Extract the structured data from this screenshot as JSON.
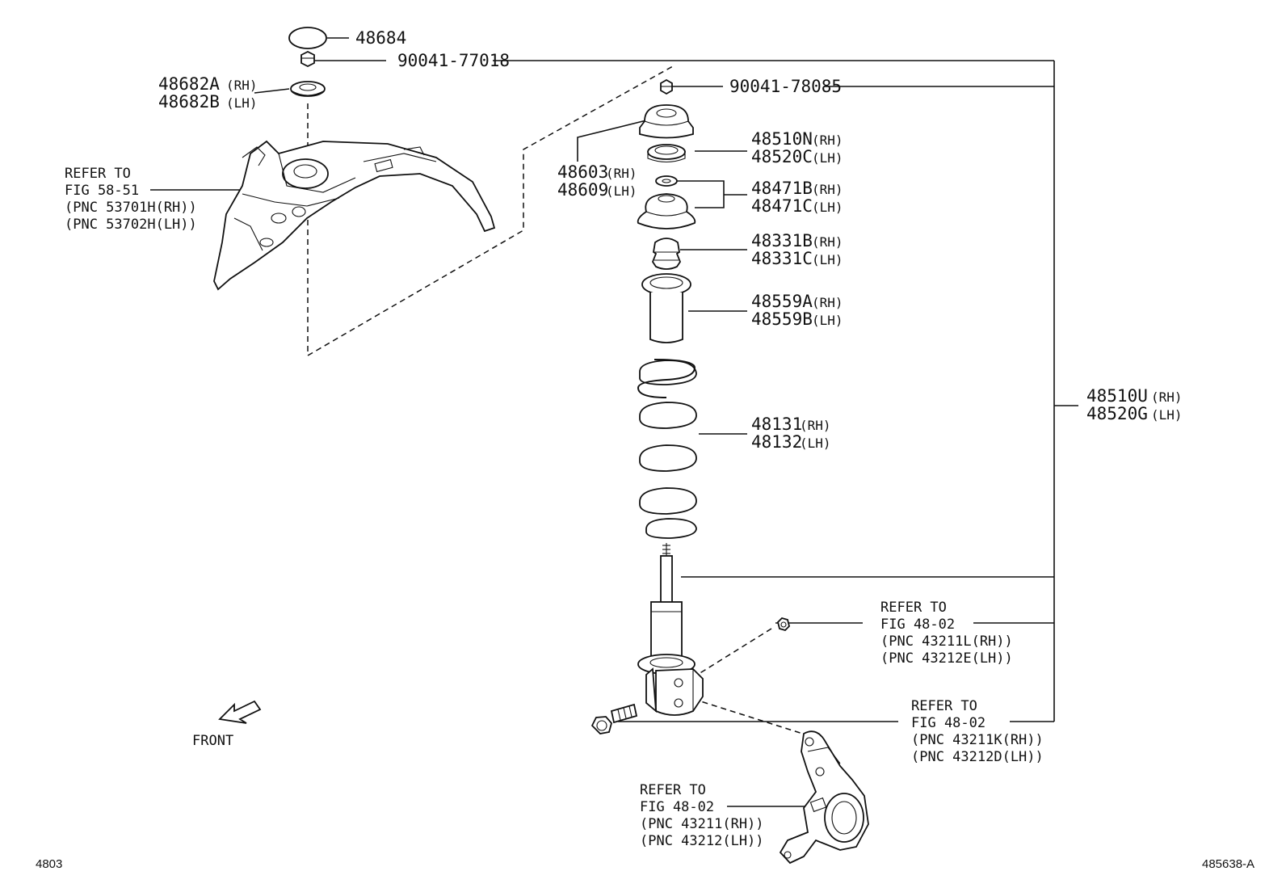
{
  "labels": {
    "cap": "48684",
    "nut_upper_left": "90041-77018",
    "seat_left": {
      "rh": "48682A",
      "rh_sfx": "(RH)",
      "lh": "48682B",
      "lh_sfx": "(LH)"
    },
    "apron_ref": {
      "line1": "REFER TO",
      "line2": "FIG 58-51",
      "line3": "(PNC 53701H(RH))",
      "line4": "(PNC 53702H(LH))"
    },
    "nut_strut": "90041-78085",
    "mount": {
      "rh": "48603",
      "rh_sfx": "(RH)",
      "lh": "48609",
      "lh_sfx": "(LH)"
    },
    "bearing": {
      "rh": "48510N",
      "rh_sfx": "(RH)",
      "lh": "48520C",
      "lh_sfx": "(LH)"
    },
    "spring_seat": {
      "rh": "48471B",
      "rh_sfx": "(RH)",
      "lh": "48471C",
      "lh_sfx": "(LH)"
    },
    "bumper": {
      "rh": "48331B",
      "rh_sfx": "(RH)",
      "lh": "48331C",
      "lh_sfx": "(LH)"
    },
    "boot": {
      "rh": "48559A",
      "rh_sfx": "(RH)",
      "lh": "48559B",
      "lh_sfx": "(LH)"
    },
    "spring": {
      "rh": "48131",
      "rh_sfx": "(RH)",
      "lh": "48132",
      "lh_sfx": "(LH)"
    },
    "strut_assy": {
      "rh": "48510U",
      "rh_sfx": "(RH)",
      "lh": "48520G",
      "lh_sfx": "(LH)"
    },
    "nut_ref": {
      "line1": "REFER TO",
      "line2": "FIG 48-02",
      "line3": "(PNC 43211L(RH))",
      "line4": "(PNC 43212E(LH))"
    },
    "bolt_ref": {
      "line1": "REFER TO",
      "line2": "FIG 48-02",
      "line3": "(PNC 43211K(RH))",
      "line4": "(PNC 43212D(LH))"
    },
    "knuckle_ref": {
      "line1": "REFER TO",
      "line2": "FIG 48-02",
      "line3": "(PNC 43211(RH))",
      "line4": "(PNC 43212(LH))"
    },
    "front": "FRONT",
    "page_code": "4803",
    "illustration_code": "485638-A"
  }
}
